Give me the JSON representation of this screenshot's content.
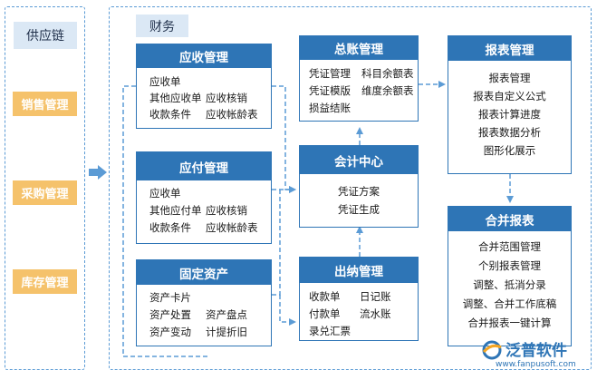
{
  "left_panel": {
    "title": "供应链",
    "items": [
      "销售管理",
      "采购管理",
      "库存管理"
    ]
  },
  "main_panel": {
    "title": "财务",
    "receivable": {
      "title": "应收管理",
      "rows": [
        [
          "应收单",
          ""
        ],
        [
          "其他应收单",
          "应收核销"
        ],
        [
          "收款条件",
          "应收帐龄表"
        ]
      ]
    },
    "payable": {
      "title": "应付管理",
      "rows": [
        [
          "应收单",
          ""
        ],
        [
          "其他应付单",
          "应收核销"
        ],
        [
          "收款条件",
          "应收帐龄表"
        ]
      ]
    },
    "fixed_assets": {
      "title": "固定资产",
      "rows": [
        [
          "资产卡片",
          ""
        ],
        [
          "资产处置",
          "资产盘点"
        ],
        [
          "资产变动",
          "计提折旧"
        ]
      ]
    },
    "ledger": {
      "title": "总账管理",
      "rows": [
        [
          "凭证管理",
          "科目余额表"
        ],
        [
          "凭证模版",
          "维度余额表"
        ],
        [
          "损益结账",
          ""
        ]
      ]
    },
    "accounting_center": {
      "title": "会计中心",
      "items": [
        "凭证方案",
        "凭证生成"
      ]
    },
    "cashier": {
      "title": "出纳管理",
      "rows": [
        [
          "收款单",
          "日记账"
        ],
        [
          "付款单",
          "流水账"
        ],
        [
          "录兑汇票",
          ""
        ]
      ]
    },
    "reports": {
      "title": "报表管理",
      "items": [
        "报表管理",
        "报表自定义公式",
        "报表计算进度",
        "报表数据分析",
        "图形化展示"
      ]
    },
    "consolidated": {
      "title": "合并报表",
      "items": [
        "合并范围管理",
        "个别报表管理",
        "调整、抵消分录",
        "调整、合并工作底稿",
        "合并报表一键计算"
      ]
    }
  },
  "brand": {
    "name": "泛普软件",
    "url": "www.fanpusoft.com"
  },
  "colors": {
    "primary": "#2e75b6",
    "dashed": "#5b9bd5",
    "tag_blue_bg": "#dbe8f5",
    "tag_orange_bg": "#f5c26b"
  }
}
